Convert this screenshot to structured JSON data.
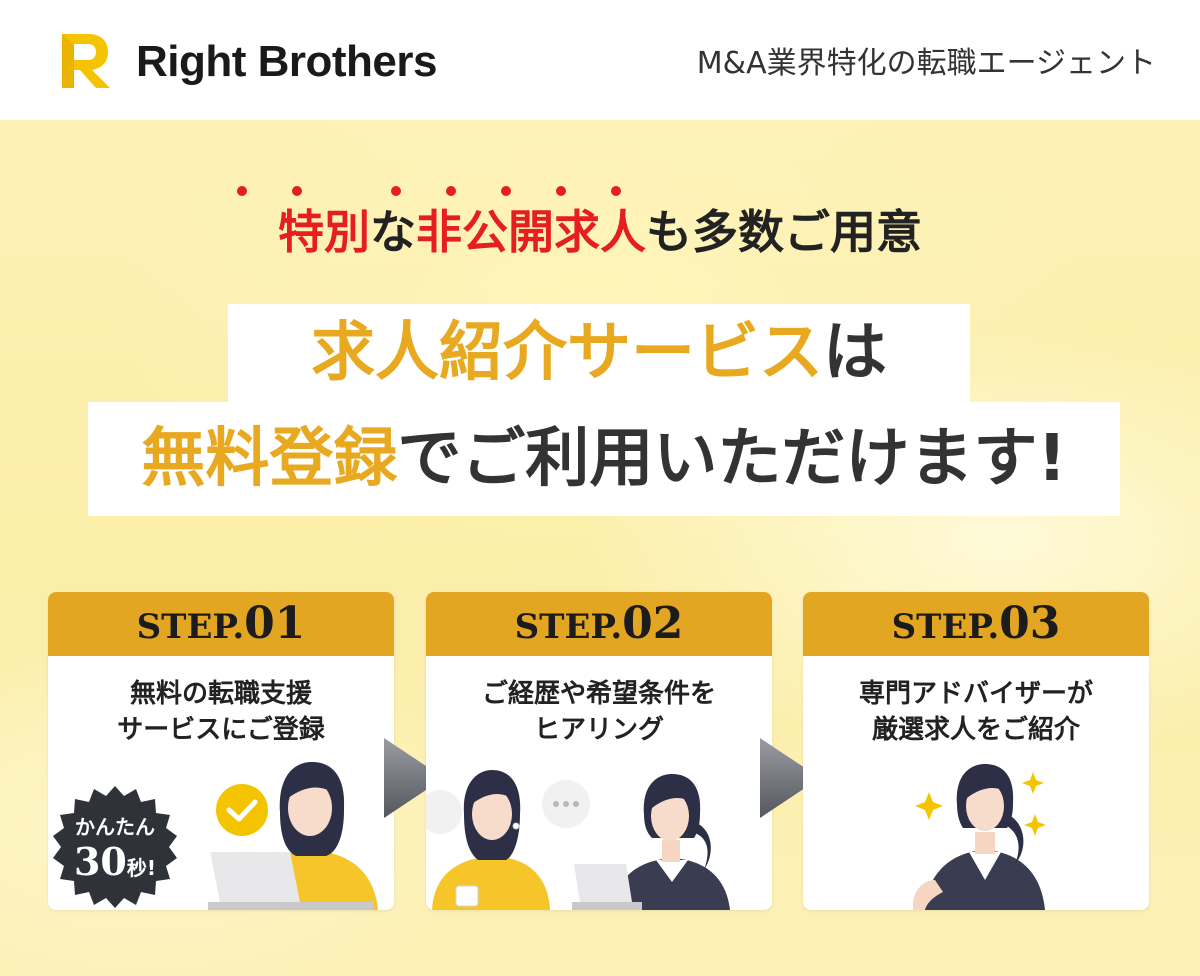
{
  "header": {
    "brand": "Right Brothers",
    "tagline": "M&A業界特化の転職エージェント"
  },
  "hero": {
    "headline1": [
      {
        "text": "特別",
        "style": "red"
      },
      {
        "text": "な",
        "style": "dark"
      },
      {
        "text": "非公開求人",
        "style": "red"
      },
      {
        "text": "も多数ご用意",
        "style": "dark"
      }
    ],
    "line2": {
      "gold": "求人紹介サービス",
      "dark": "は"
    },
    "line3": {
      "gold": "無料登録",
      "dark": "でご利用いただけます!"
    }
  },
  "steps": [
    {
      "label": "STEP.",
      "num": "01",
      "text": [
        "無料の転職支援",
        "サービスにご登録"
      ]
    },
    {
      "label": "STEP.",
      "num": "02",
      "text": [
        "ご経歴や希望条件を",
        "ヒアリング"
      ]
    },
    {
      "label": "STEP.",
      "num": "03",
      "text": [
        "専門アドバイザーが",
        "厳選求人をご紹介"
      ]
    }
  ],
  "badge": {
    "line1": "かんたん",
    "big": "30",
    "small": "秒!"
  },
  "colors": {
    "accent_gold": "#e3a623",
    "headline_gold": "#e8a921",
    "red": "#e51e1e",
    "logo_yellow": "#f5c400",
    "badge": "#2f3238"
  }
}
